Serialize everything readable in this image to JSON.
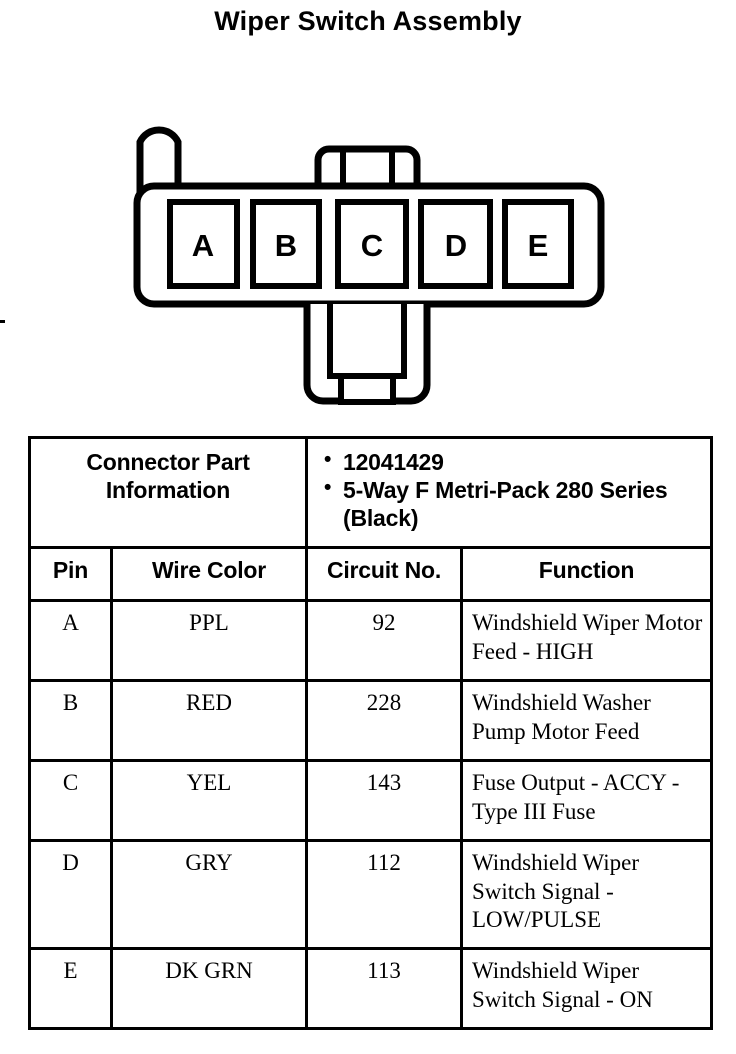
{
  "title": "Wiper Switch Assembly",
  "connector": {
    "cavities": [
      {
        "label": "A"
      },
      {
        "label": "B"
      },
      {
        "label": "C"
      },
      {
        "label": "D"
      },
      {
        "label": "E"
      }
    ]
  },
  "table": {
    "part_info": {
      "label": "Connector Part Information",
      "bullets": [
        "12041429",
        "5-Way F Metri-Pack 280 Series (Black)"
      ]
    },
    "columns": [
      "Pin",
      "Wire Color",
      "Circuit No.",
      "Function"
    ],
    "rows": [
      {
        "pin": "A",
        "wire_color": "PPL",
        "circuit_no": "92",
        "function": "Windshield Wiper Motor Feed - HIGH"
      },
      {
        "pin": "B",
        "wire_color": "RED",
        "circuit_no": "228",
        "function": "Windshield Washer Pump Motor Feed"
      },
      {
        "pin": "C",
        "wire_color": "YEL",
        "circuit_no": "143",
        "function": "Fuse Output - ACCY - Type III Fuse"
      },
      {
        "pin": "D",
        "wire_color": "GRY",
        "circuit_no": "112",
        "function": "Windshield Wiper Switch Signal - LOW/PULSE"
      },
      {
        "pin": "E",
        "wire_color": "DK GRN",
        "circuit_no": "113",
        "function": "Windshield Wiper Switch Signal - ON"
      }
    ]
  },
  "colors": {
    "ink": "#000000",
    "paper": "#ffffff"
  }
}
